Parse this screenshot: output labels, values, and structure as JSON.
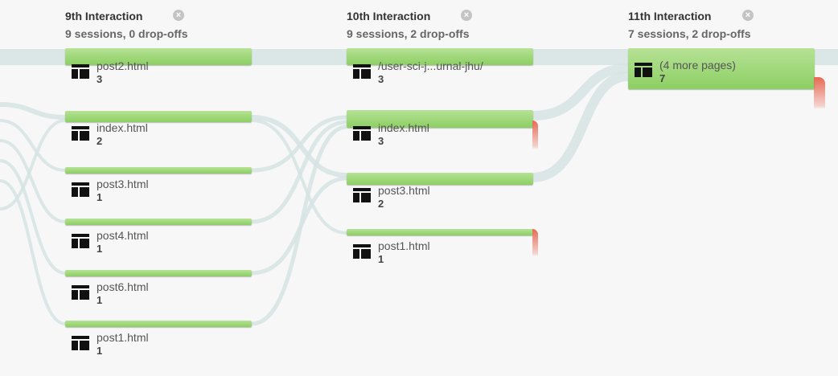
{
  "columns": [
    {
      "title": "9th Interaction",
      "subtitle": "9 sessions, 0 drop-offs",
      "close_icon": "close-circle-icon",
      "nodes": [
        {
          "label": "post2.html",
          "count": "3",
          "icon": "page-icon"
        },
        {
          "label": "index.html",
          "count": "2",
          "icon": "page-icon"
        },
        {
          "label": "post3.html",
          "count": "1",
          "icon": "page-icon"
        },
        {
          "label": "post4.html",
          "count": "1",
          "icon": "page-icon"
        },
        {
          "label": "post6.html",
          "count": "1",
          "icon": "page-icon"
        },
        {
          "label": "post1.html",
          "count": "1",
          "icon": "page-icon"
        }
      ]
    },
    {
      "title": "10th Interaction",
      "subtitle": "9 sessions, 2 drop-offs",
      "close_icon": "close-circle-icon",
      "nodes": [
        {
          "label": "/user-sci-j...urnal-jhu/",
          "count": "3",
          "icon": "page-icon"
        },
        {
          "label": "index.html",
          "count": "3",
          "icon": "page-icon"
        },
        {
          "label": "post3.html",
          "count": "2",
          "icon": "page-icon"
        },
        {
          "label": "post1.html",
          "count": "1",
          "icon": "page-icon"
        }
      ]
    },
    {
      "title": "11th Interaction",
      "subtitle": "7 sessions, 2 drop-offs",
      "close_icon": "close-circle-icon",
      "nodes": [
        {
          "label": "(4 more pages)",
          "count": "7",
          "icon": "page-icon"
        }
      ]
    }
  ],
  "colors": {
    "background": "#f7f7f7",
    "node_green": "#8ccf63",
    "flow": "#d6e3e3",
    "dropoff": "#e76a55"
  }
}
